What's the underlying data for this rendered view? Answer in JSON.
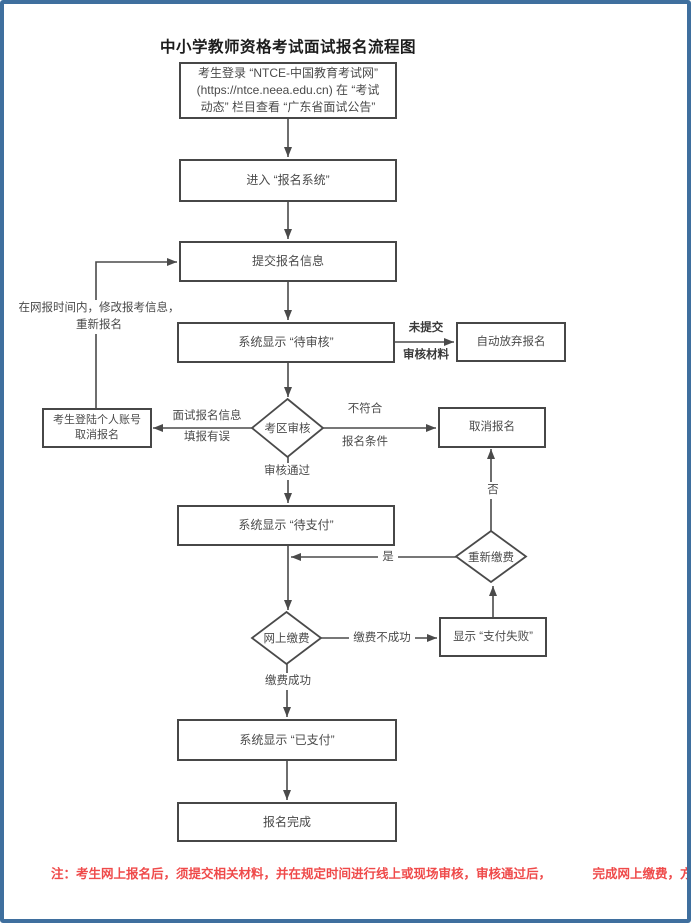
{
  "title": "中小学教师资格考试面试报名流程图",
  "colors": {
    "frame_border": "#3f6f9e",
    "wire": "#4a4a4a",
    "node_border": "#474747",
    "note_text": "#ef4a4a"
  },
  "nodes": {
    "login": {
      "lines": [
        "考生登录 “NTCE-中国教育考试网”",
        "(https://ntce.neea.edu.cn) 在 “考试",
        "动态” 栏目查看 “广东省面试公告”"
      ]
    },
    "enter_system": {
      "label": "进入 “报名系统”"
    },
    "submit_info": {
      "label": "提交报名信息"
    },
    "status_pending_review": {
      "label": "系统显示 “待审核”"
    },
    "auto_abandon": {
      "label": "自动放弃报名"
    },
    "login_cancel": {
      "lines": [
        "考生登陆个人账号",
        "取消报名"
      ]
    },
    "cancel": {
      "label": "取消报名"
    },
    "status_pending_pay": {
      "label": "系统显示 “待支付”"
    },
    "pay_failed": {
      "label": "显示 “支付失败”"
    },
    "status_paid": {
      "label": "系统显示 “已支付”"
    },
    "done": {
      "label": "报名完成"
    }
  },
  "decisions": {
    "area_review": {
      "label": "考区审核"
    },
    "repay": {
      "label": "重新缴费"
    },
    "pay_online": {
      "label": "网上缴费"
    }
  },
  "edge_labels": {
    "modify": {
      "lines": [
        "在网报时间内，修改报考信息，",
        "重新报名"
      ]
    },
    "info_wrong": {
      "lines": [
        "面试报名信息",
        "填报有误"
      ]
    },
    "not_submitted": {
      "lines": [
        "未提交",
        "审核材料"
      ]
    },
    "not_qualified": {
      "lines": [
        "不符合",
        "报名条件"
      ]
    },
    "review_pass": {
      "label": "审核通过"
    },
    "yes": {
      "label": "是"
    },
    "no": {
      "label": "否"
    },
    "pay_fail": {
      "label": "缴费不成功"
    },
    "pay_success": {
      "label": "缴费成功"
    }
  },
  "note": {
    "line1": "注：考生网上报名后，须提交相关材料，并在规定时间进行线上或现场审核，审核通过后，",
    "line2": "完成网上缴费，方为报名成功。"
  }
}
